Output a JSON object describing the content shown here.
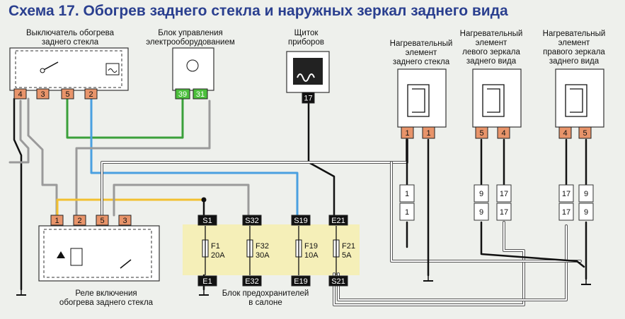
{
  "title": "Схема 17. Обогрев заднего стекла и наружных зеркал заднего вида",
  "components": {
    "switch": {
      "label": "Выключатель обогрева\nзаднего стекла",
      "pins": [
        "4",
        "3",
        "5",
        "2"
      ]
    },
    "bcm": {
      "label": "Блок управления\nэлектрооборудованием",
      "pins": [
        "39",
        "31"
      ]
    },
    "cluster": {
      "label": "Щиток\nприборов",
      "pins": [
        "17"
      ]
    },
    "rear_heater": {
      "label": "Нагревательный\nэлемент\nзаднего стекла",
      "pins": [
        "1",
        "1"
      ]
    },
    "left_mirror": {
      "label": "Нагревательный\nэлемент\nлевого зеркала\nзаднего вида",
      "pins": [
        "5",
        "4"
      ]
    },
    "right_mirror": {
      "label": "Нагревательный\nэлемент\nправого зеркала\nзаднего вида",
      "pins": [
        "4",
        "5"
      ]
    },
    "relay": {
      "label": "Реле включения\nобогрева заднего стекла",
      "pins": [
        "1",
        "2",
        "5",
        "3"
      ]
    },
    "fusebox": {
      "label": "Блок предохранителей\nв салоне",
      "top_pins": [
        "S1",
        "S32",
        "S19",
        "E21"
      ],
      "bottom_pins": [
        "E1",
        "E32",
        "E19",
        "S21"
      ],
      "fuses": [
        {
          "name": "F1",
          "rating": "20A"
        },
        {
          "name": "F32",
          "rating": "30A"
        },
        {
          "name": "F19",
          "rating": "10A"
        },
        {
          "name": "F21",
          "rating": "5A"
        }
      ]
    },
    "connector_rear": {
      "pins": [
        "1",
        "1"
      ]
    },
    "connector_left": {
      "pins": [
        "9",
        "17",
        "9",
        "17"
      ]
    },
    "connector_right": {
      "pins": [
        "17",
        "9",
        "17",
        "9"
      ]
    }
  }
}
